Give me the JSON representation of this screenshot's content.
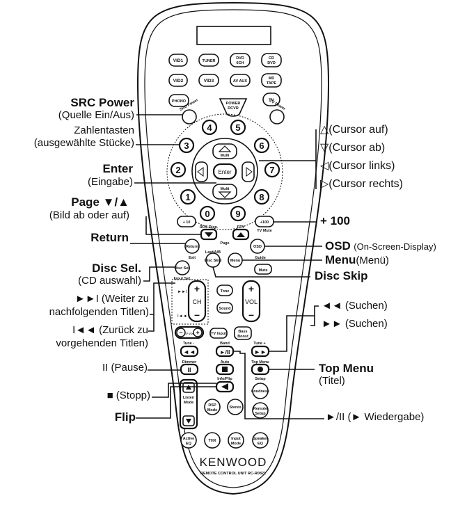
{
  "remote": {
    "brand": "KENWOOD",
    "model": "REMOTE CONTROL UNIT RC-R0821",
    "buttons": {
      "vid1": "VID1",
      "tuner": "TUNER",
      "dvd6ch_1": "DVD",
      "dvd6ch_2": "6CH",
      "cddvd_1": "CD",
      "cddvd_2": "DVD",
      "vid2": "VID2",
      "vid3": "VID3",
      "avaux": "AV AUX",
      "mdtape_1": "MD",
      "mdtape_2": "TAPE",
      "phono": "PHONO",
      "tv": "TV",
      "power_1": "POWER",
      "power_2": "RCVR",
      "src_power": "SRC Power",
      "tv_power": "TV Power",
      "n0": "0",
      "n1": "1",
      "n2": "2",
      "n3": "3",
      "n4": "4",
      "n5": "5",
      "n6": "6",
      "n7": "7",
      "n8": "8",
      "n9": "9",
      "multi_up": "Multi",
      "multi_down": "Multi",
      "enter": "Enter",
      "plus10": "+ 10",
      "plus100": "+100",
      "tv_mute": "TV Mute",
      "rds_disp": "RDS Disp.",
      "pty": "PTY",
      "page": "Page",
      "return": "Return",
      "exit": "Exit",
      "osd": "OSD",
      "guide": "Guide",
      "last_ab": "Last/A/B",
      "disc_skip": "Disc Skip",
      "menu": "Menu",
      "mute": "Mute",
      "disc_sel": "Disc Sel.",
      "input_sel": "Input Sel.",
      "ch": "CH",
      "vol": "VOL",
      "tone": "Tone",
      "sound": "Sound",
      "tv_vol": "TV VOL",
      "tv_input": "TV Input",
      "bass_1": "Bass",
      "bass_2": "Boost",
      "tune_minus": "Tune -",
      "band": "Band",
      "tune_plus": "Tune +",
      "dimmer": "Dimmer",
      "auto": "Auto",
      "top_menu": "Top Menu",
      "setup": "Setup",
      "info_flip": "Info/Flip",
      "listen_1": "Listen",
      "listen_2": "Mode",
      "loudness": "Loudness",
      "dsp_1": "DSP",
      "dsp_2": "Mode",
      "stereo": "Stereo",
      "remote_1": "Remote",
      "remote_2": "Setup",
      "active_1": "Active",
      "active_2": "EQ",
      "thx": "THX",
      "input_1": "Input",
      "input_2": "Mode",
      "speaker_1": "Speaker",
      "speaker_2": "EQ"
    }
  },
  "labels": {
    "src_power_title": "SRC Power",
    "src_power_desc": "(Quelle Ein/Aus)",
    "zahlen_1": "Zahlentasten",
    "zahlen_2": "(ausgewählte Stücke)",
    "enter_title": "Enter",
    "enter_desc": "(Eingabe)",
    "page_title": "Page ▼/▲",
    "page_desc": "(Bild ab oder auf)",
    "return_title": "Return",
    "disc_sel_title": "Disc Sel.",
    "disc_sel_desc": "(CD auswahl)",
    "skip_next_1": "►►I (Weiter zu",
    "skip_next_2": "nachfolgenden Titlen)",
    "skip_prev_1": "I◄◄ (Zurück zu",
    "skip_prev_2": "vorgehenden Titlen)",
    "pause": "II (Pause)",
    "stop": "■ (Stopp)",
    "flip": "Flip",
    "cursor_up": "△(Cursor auf)",
    "cursor_down": "▽(Cursor ab)",
    "cursor_left": "◁(Cursor links)",
    "cursor_right": "▷(Cursor rechts)",
    "plus100": "+ 100",
    "osd_title": "OSD",
    "osd_desc": "(On-Screen-Display)",
    "menu_title": "Menu",
    "menu_desc": "(Menü)",
    "disc_skip": "Disc Skip",
    "search_back": "◄◄ (Suchen)",
    "search_fwd": "►► (Suchen)",
    "top_menu_title": "Top Menu",
    "top_menu_desc": "(Titel)",
    "play_pause": "►/II (► Wiedergabe)"
  }
}
